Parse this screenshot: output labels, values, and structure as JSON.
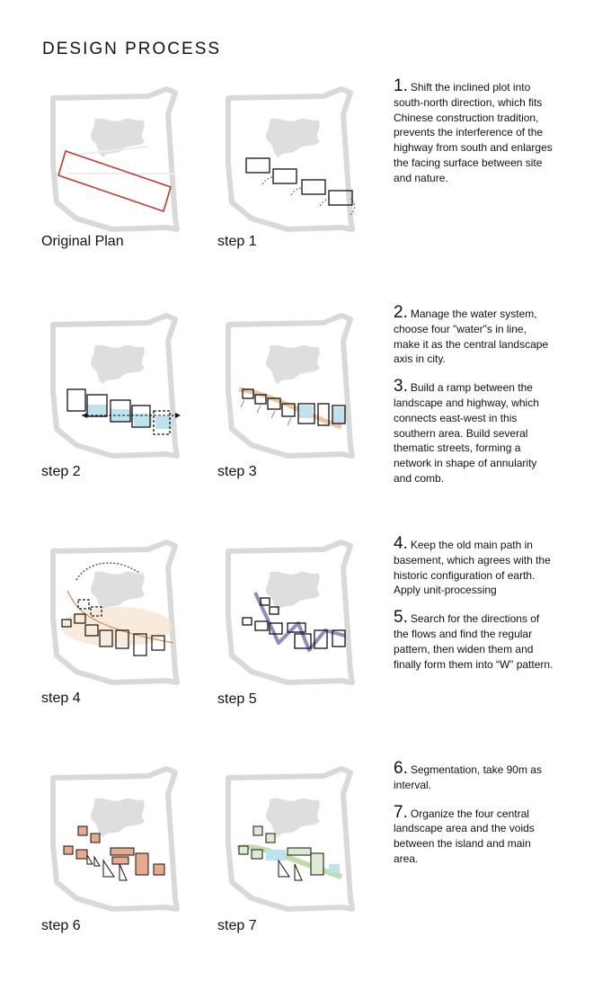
{
  "page": {
    "title": "DESIGN PROCESS"
  },
  "steps": [
    {
      "caption": "Original Plan"
    },
    {
      "caption": "step 1"
    },
    {
      "caption": "step 2"
    },
    {
      "caption": "step 3"
    },
    {
      "caption": "step 4"
    },
    {
      "caption": "step 5"
    },
    {
      "caption": "step 6"
    },
    {
      "caption": "step 7"
    }
  ],
  "descriptions": [
    {
      "num": "1.",
      "text": "Shift the inclined plot into south-north direction, which fits Chinese construction tradition, prevents the interference of the highway from south and enlarges the facing surface between site and nature."
    },
    {
      "num": "2.",
      "text": "Manage the water system, choose four \"water\"s in line, make it as the central landscape axis in city."
    },
    {
      "num": "3.",
      "text": "Build a ramp between the landscape and highway, which connects east-west in this southern area. Build several thematic streets, forming a network in shape of annularity and comb."
    },
    {
      "num": "4.",
      "text": "Keep the old main path in basement, which agrees with the historic configuration of earth. Apply unit-processing"
    },
    {
      "num": "5.",
      "text": "Search for the directions of the flows and find the regular pattern, then widen them and finally form them into “W” pattern."
    },
    {
      "num": "6.",
      "text": "Segmentation, take 90m as interval."
    },
    {
      "num": "7.",
      "text": "Organize the four central landscape area and the voids between  the island and main area."
    }
  ],
  "colors": {
    "site_outline": "#d9d9d9",
    "lake": "#dedede",
    "original_plot": "#c0392b",
    "water": "#bfe3ee",
    "ramp": "#e8b88a",
    "path": "#7f78b8",
    "block_fill": "#e9a98a",
    "landscape": "#b7d69a"
  }
}
